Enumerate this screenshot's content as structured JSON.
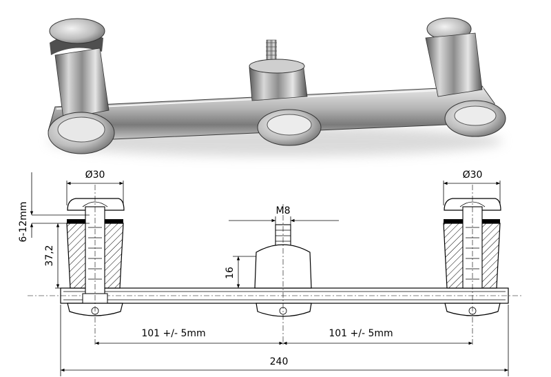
{
  "dimensions": {
    "diameter_left": "Ø30",
    "diameter_right": "Ø30",
    "glass_thickness": "6-12mm",
    "fitting_height": "37,2",
    "thread": "M8",
    "stud_height": "16",
    "spacing_left": "101 +/- 5mm",
    "spacing_right": "101 +/- 5mm",
    "overall_length": "240"
  }
}
